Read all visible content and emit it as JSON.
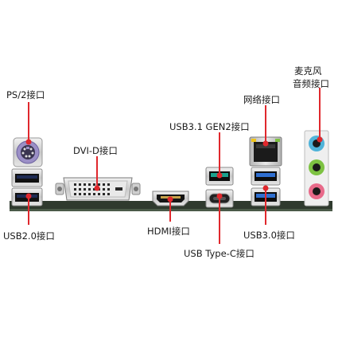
{
  "labels": {
    "ps2": "PS/2接口",
    "usb20": "USB2.0接口",
    "dvid": "DVI-D接口",
    "hdmi": "HDMI接口",
    "usb31": "USB3.1 GEN2接口",
    "usbc": "USB Type-C接口",
    "lan": "网络接口",
    "usb30": "USB3.0接口",
    "audio_line1": "麦克风",
    "audio_line2": "音频接口"
  },
  "colors": {
    "pointer": "#e0282d",
    "board": "#2f3a2e",
    "shield": "#d9d9d9",
    "usb2_blue": "#1e2b54",
    "usb3_blue": "#2f6fd0",
    "usb31_teal": "#1aa28f",
    "ps2_purple": "#9b8fc6",
    "audio_blue": "#4fb3d9",
    "audio_green": "#7dc242",
    "audio_pink": "#e86a8a"
  }
}
